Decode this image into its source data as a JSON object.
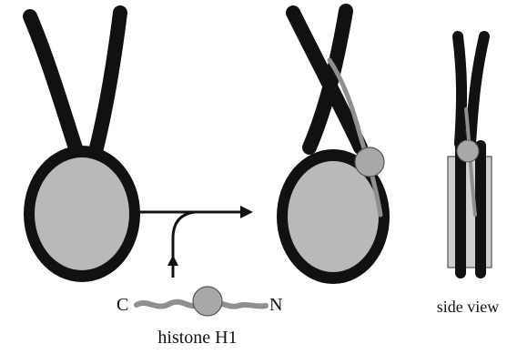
{
  "labels": {
    "c_terminus": "C",
    "n_terminus": "N",
    "histone": "histone H1",
    "side_view": "side view"
  },
  "colors": {
    "dna": "#111111",
    "core": "#b9b9b9",
    "h1_globular": "#a8a8a8",
    "h1_tail": "#8f8f8f",
    "side_panel": "#cfcfcf"
  }
}
